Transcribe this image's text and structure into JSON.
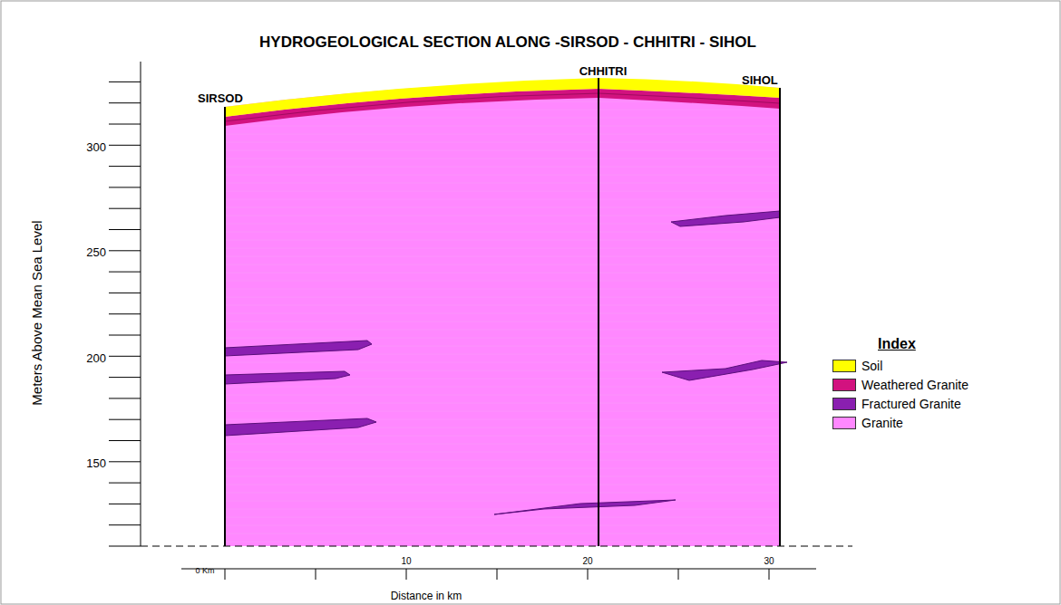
{
  "diagram": {
    "title": "HYDROGEOLOGICAL SECTION ALONG -SIRSOD - CHHITRI - SIHOL",
    "labels": [
      "SIRSOD",
      "CHHITRI",
      "SIHOL",
      "300",
      "250",
      "200",
      "150",
      "Meters Above Mean Sea Level",
      "0 Km",
      "10",
      "20",
      "30",
      "Distance in km",
      "Index"
    ],
    "legend": [
      {
        "text": "Soil",
        "color": "#ffff00"
      },
      {
        "text": "Weathered Granite",
        "color": "#d2127f"
      },
      {
        "text": "Fractured Granite",
        "color": "#8a1fb0"
      },
      {
        "text": "Granite",
        "color": "#ff88ff"
      }
    ]
  }
}
